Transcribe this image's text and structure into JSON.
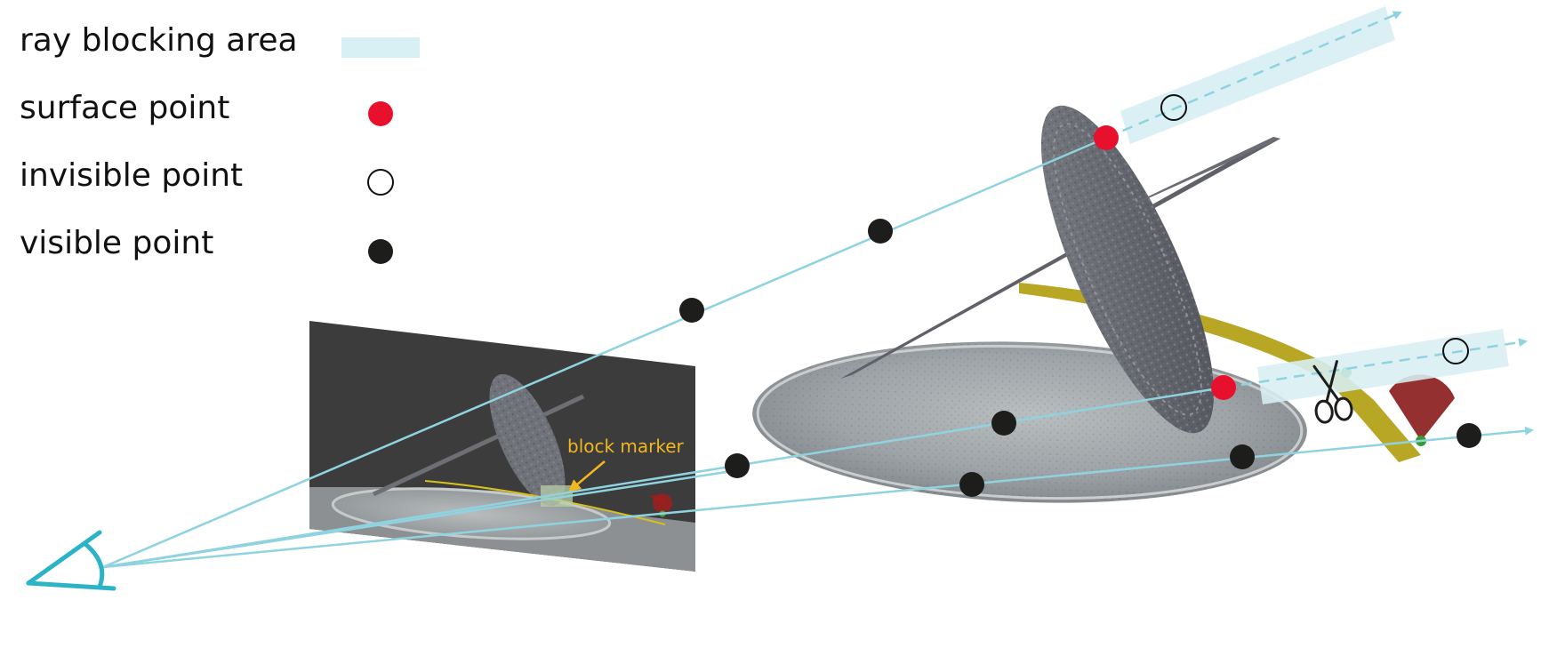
{
  "legend": {
    "ray_blocking_area": "ray blocking area",
    "surface_point": "surface point",
    "invisible_point": "invisible point",
    "visible_point": "visible point"
  },
  "annotation": {
    "block_marker": "block marker"
  },
  "colors": {
    "ray": "#8fd3e0",
    "ray_blocking_area": "#d8eff4",
    "surface_point": "#e8112d",
    "visible_point": "#1d1d1b",
    "invisible_point_stroke": "#111111",
    "eye": "#2bb3c8",
    "block_marker": "#f2b61e",
    "gnomon": "#5f6068",
    "dial_plate": "#9aa0a3",
    "hour_arc": "#b8a625",
    "cone": "#8a1a1a",
    "photo_bg": "#3c3c3c"
  },
  "icons": [
    "eye-icon",
    "scissors-icon"
  ]
}
